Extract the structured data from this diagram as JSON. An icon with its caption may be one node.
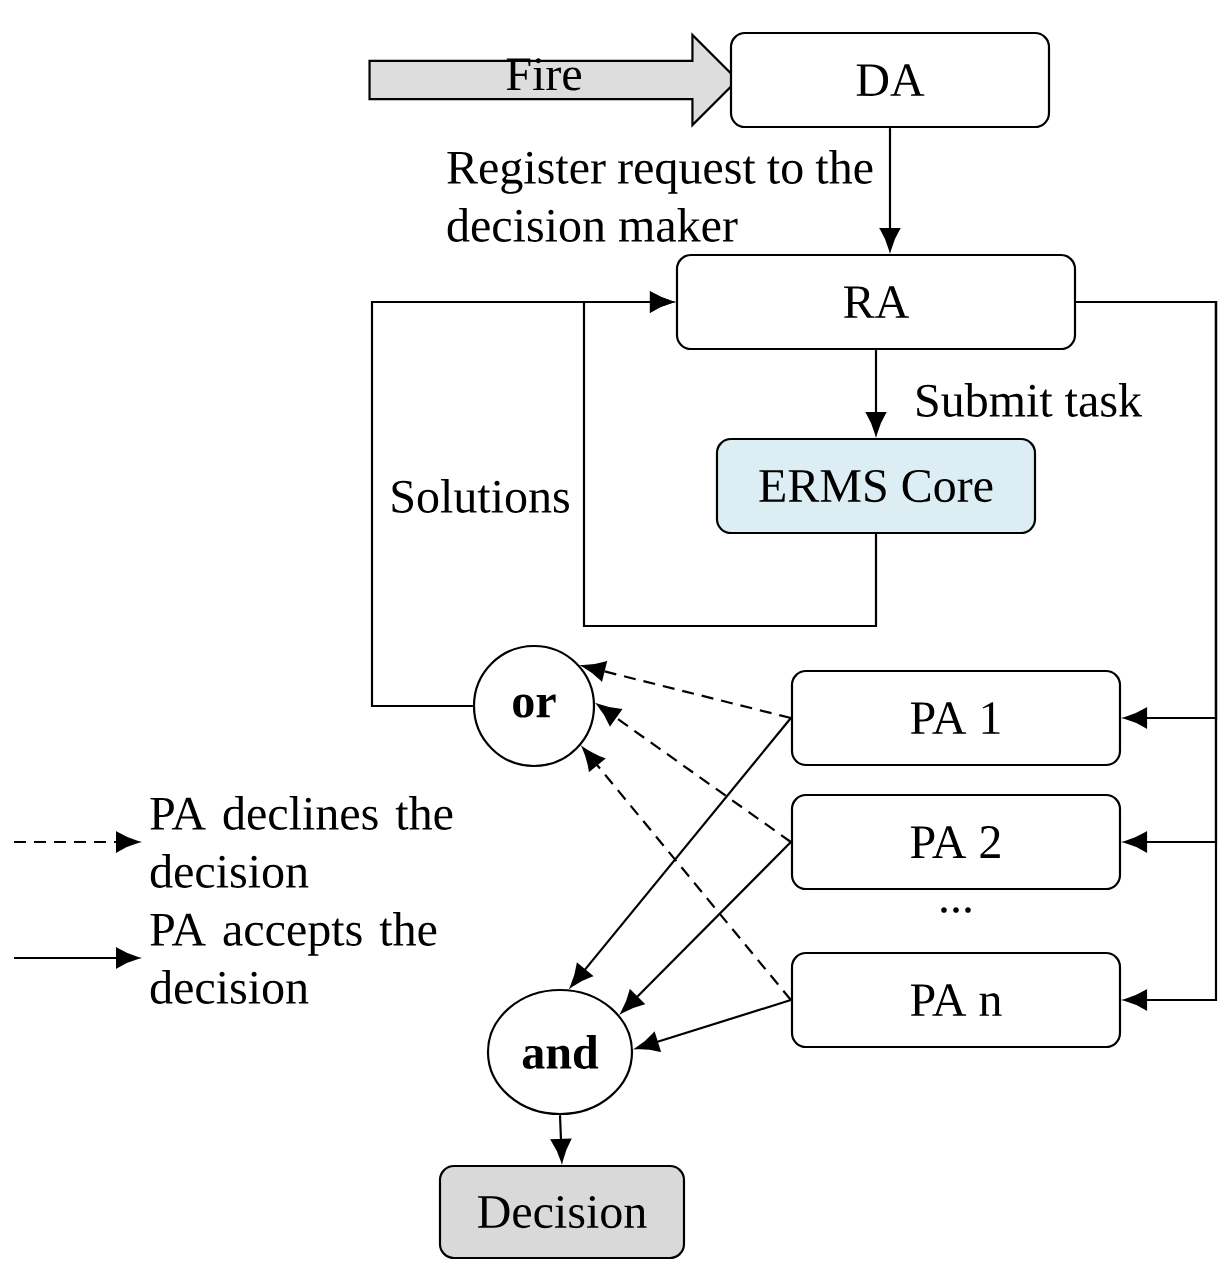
{
  "diagram": {
    "nodes": [
      {
        "text": [
          "Fire"
        ]
      },
      {
        "text": [
          "DA"
        ]
      },
      {
        "text": [
          "RA"
        ]
      },
      {
        "text": [
          "ERMS Core"
        ]
      },
      {
        "text": [
          "or"
        ]
      },
      {
        "text": [
          "PA 1"
        ]
      },
      {
        "text": [
          "PA 2"
        ]
      },
      {
        "text": [
          "PA n"
        ]
      },
      {
        "text": [
          "and"
        ]
      },
      {
        "text": [
          "Decision"
        ]
      }
    ],
    "edges": [
      {
        "from": 1,
        "to": 2,
        "arrow": "to",
        "label": "Register request to the decision maker"
      },
      {
        "from": 2,
        "to": 3,
        "arrow": "to",
        "label": "Submit task"
      },
      {
        "from": 3,
        "to": 2,
        "arrow": "to"
      },
      {
        "from": 4,
        "to": 2,
        "arrow": "to",
        "label": "Solutions"
      },
      {
        "from": 2,
        "to": 5,
        "arrow": "to"
      },
      {
        "from": 2,
        "to": 6,
        "arrow": "to"
      },
      {
        "from": 2,
        "to": 7,
        "arrow": "to"
      },
      {
        "from": 5,
        "to": 4,
        "arrow": "to",
        "style": "dashed"
      },
      {
        "from": 6,
        "to": 4,
        "arrow": "to",
        "style": "dashed"
      },
      {
        "from": 7,
        "to": 4,
        "arrow": "to",
        "style": "dashed"
      },
      {
        "from": 5,
        "to": 8,
        "arrow": "to"
      },
      {
        "from": 6,
        "to": 8,
        "arrow": "to"
      },
      {
        "from": 7,
        "to": 8,
        "arrow": "to"
      },
      {
        "from": 8,
        "to": 9,
        "arrow": "to"
      }
    ],
    "labels": [
      "..."
    ],
    "legend": [
      {
        "text": "PA declines the decision"
      },
      {
        "text": "PA accepts the decision"
      }
    ]
  }
}
